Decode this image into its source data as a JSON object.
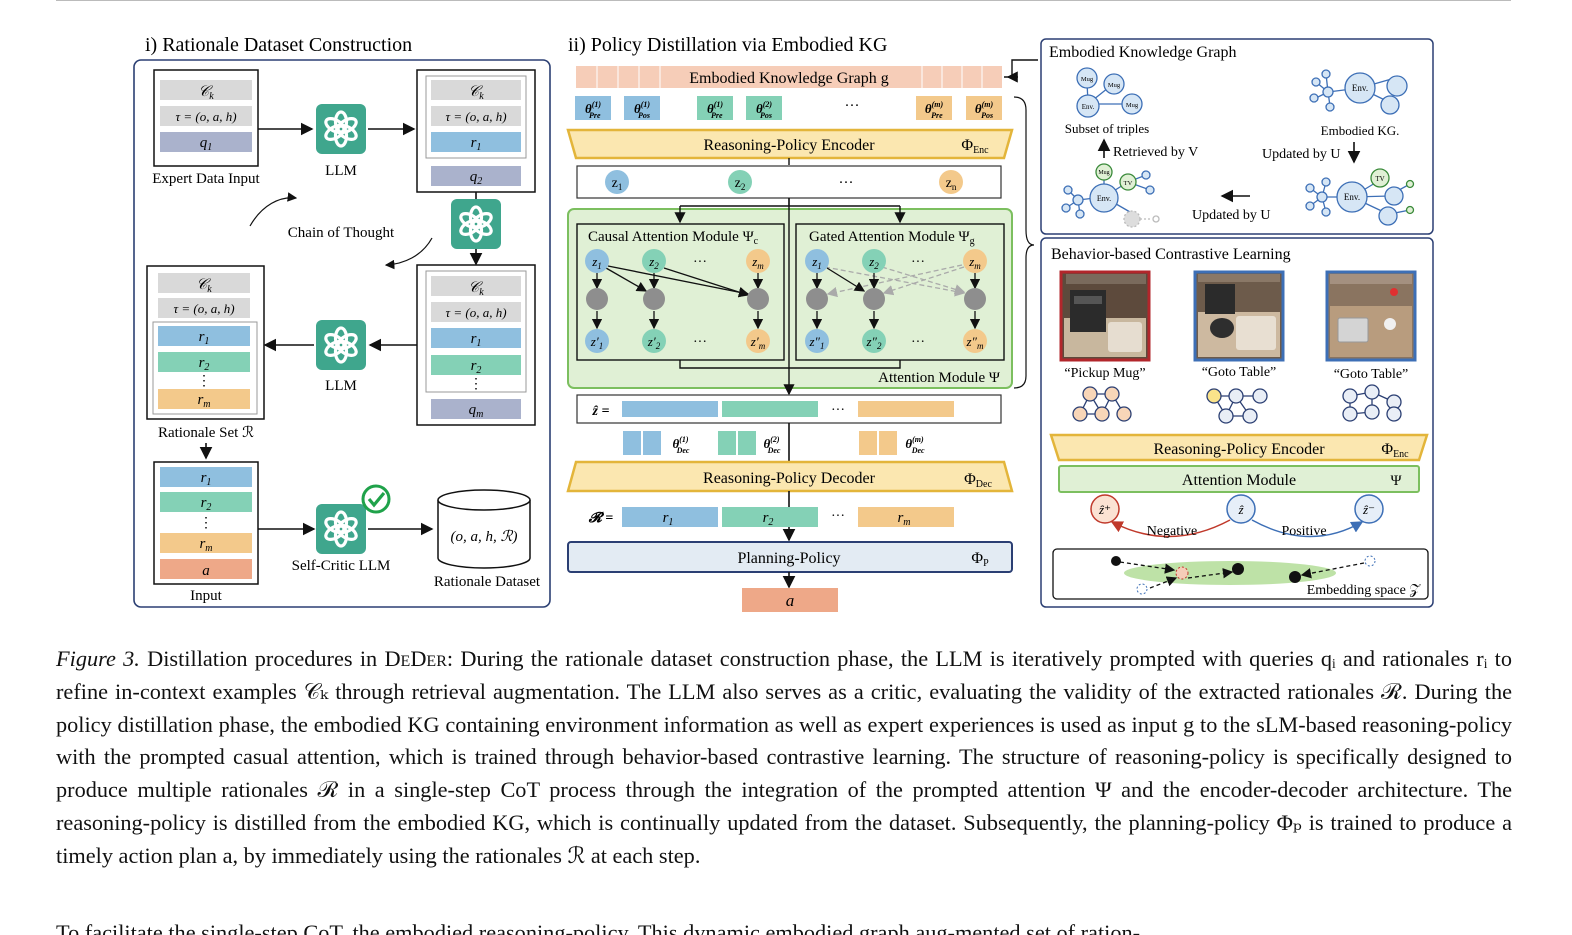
{
  "panel1": {
    "title": "i) Rationale Dataset Construction",
    "ck": "𝒞",
    "ck_sub": "k",
    "tau": "τ = (o, a, h)",
    "q1": "q",
    "q1_sub": "1",
    "q2": "q",
    "q2_sub": "2",
    "qm": "q",
    "qm_sub": "m",
    "r": "r",
    "r1_sub": "1",
    "r2_sub": "2",
    "rm_sub": "m",
    "a": "a",
    "vdots": "⋮",
    "expert_label": "Expert Data Input",
    "llm_label": "LLM",
    "chain_label": "Chain of Thought",
    "rationale_set_label": "Rationale Set ℛ",
    "input_label": "Input",
    "self_critic_label": "Self-Critic LLM",
    "dataset_cyl": "(o, a, h, ℛ)",
    "dataset_label": "Rationale Dataset"
  },
  "panel2": {
    "title": "ii) Policy Distillation via Embodied KG",
    "kg_bar": "Embodied Knowledge Graph g",
    "thetas": [
      {
        "sup": "(1)",
        "sub": "Pre"
      },
      {
        "sup": "(1)",
        "sub": "Pos"
      },
      {
        "sup": "(1)",
        "sub": "Pre"
      },
      {
        "sup": "(2)",
        "sub": "Pos"
      },
      {
        "sup": "(m)",
        "sub": "Pre"
      },
      {
        "sup": "(m)",
        "sub": "Pos"
      }
    ],
    "theta_sym": "θ",
    "ellipsis": "···",
    "encoder": "Reasoning-Policy Encoder",
    "phi_enc": "Φ",
    "phi_enc_sub": "Enc",
    "z1": "z",
    "z_sub1": "1",
    "z_sub2": "2",
    "z_subn": "n",
    "z_subm": "m",
    "causal_title": "Causal Attention Module Ψ",
    "causal_sub": "c",
    "gated_title": "Gated Attention Module Ψ",
    "gated_sub": "g",
    "attention_module": "Attention Module Ψ",
    "zhat": "ẑ =",
    "dec_theta": [
      {
        "sup": "(1)",
        "sub": "Dec"
      },
      {
        "sup": "(2)",
        "sub": "Dec"
      },
      {
        "sup": "(m)",
        "sub": "Dec"
      }
    ],
    "decoder": "Reasoning-Policy Decoder",
    "phi_dec_sub": "Dec",
    "R_eq": "𝓡 =",
    "planning": "Planning-Policy",
    "phi_p_sub": "P",
    "action": "a"
  },
  "panel3": {
    "kg_title": "Embodied Knowledge Graph",
    "node_mug": "Mug",
    "node_env": "Env.",
    "node_tv": "TV",
    "subset_label": "Subset of triples",
    "embodied_kg_label": "Embodied KG.",
    "retrieved": "Retrieved by V",
    "updated1": "Updated by U",
    "updated2": "Updated by U",
    "contrastive_title": "Behavior-based Contrastive Learning",
    "img_labels": [
      "“Pickup Mug”",
      "“Goto Table”",
      "“Goto Table”"
    ],
    "encoder": "Reasoning-Policy Encoder",
    "attention": "Attention Module",
    "psi": "Ψ",
    "zplus": "ẑ⁺",
    "zhat": "ẑ",
    "zminus": "ẑ⁻",
    "negative": "Negative",
    "positive": "Positive",
    "embedding_space": "Embedding space 𝒵"
  },
  "caption": {
    "fig_label": "Figure 3.",
    "text1": " Distillation procedures in ",
    "deder": "DeDer",
    "text2": ": During the rationale dataset construction phase, the LLM is iteratively prompted with queries qᵢ and rationales rᵢ to refine in-context examples 𝒞ₖ through retrieval augmentation. The LLM also serves as a critic, evaluating the validity of the extracted rationales ℛ. During the policy distillation phase, the embodied KG containing environment information as well as expert experiences is used as input g to the sLM-based reasoning-policy with the prompted casual attention, which is trained through behavior-based contrastive learning. The structure of reasoning-policy is specifically designed to produce multiple rationales ℛ in a single-step CoT process through the integration of the prompted attention Ψ and the encoder-decoder architecture. The reasoning-policy is distilled from the embodied KG, which is continually updated from the dataset. Subsequently, the planning-policy Φₚ is trained to produce a timely action plan a, by immediately using the rationales ℛ at each step."
  },
  "next_text": "To facilitate the single-step CoT, the embodied reasoning-policy. This dynamic embodied graph aug-mented set of ration-",
  "colors": {
    "panel_border": "#2b3f73",
    "blue": "#8fbfdf",
    "green": "#84d1b6",
    "orange": "#f3c98b",
    "salmon": "#eea888",
    "peach": "#f6cdb8",
    "grey": "#d9d9d9",
    "slate": "#aab2cc",
    "yellow": "#fbe7b0",
    "yellow_border": "#e3b53a",
    "attention_bg": "#e0f0d5",
    "attention_border": "#7cbf5f",
    "llm_teal": "#3fa68d",
    "planning_bg": "#e3ebf3"
  }
}
